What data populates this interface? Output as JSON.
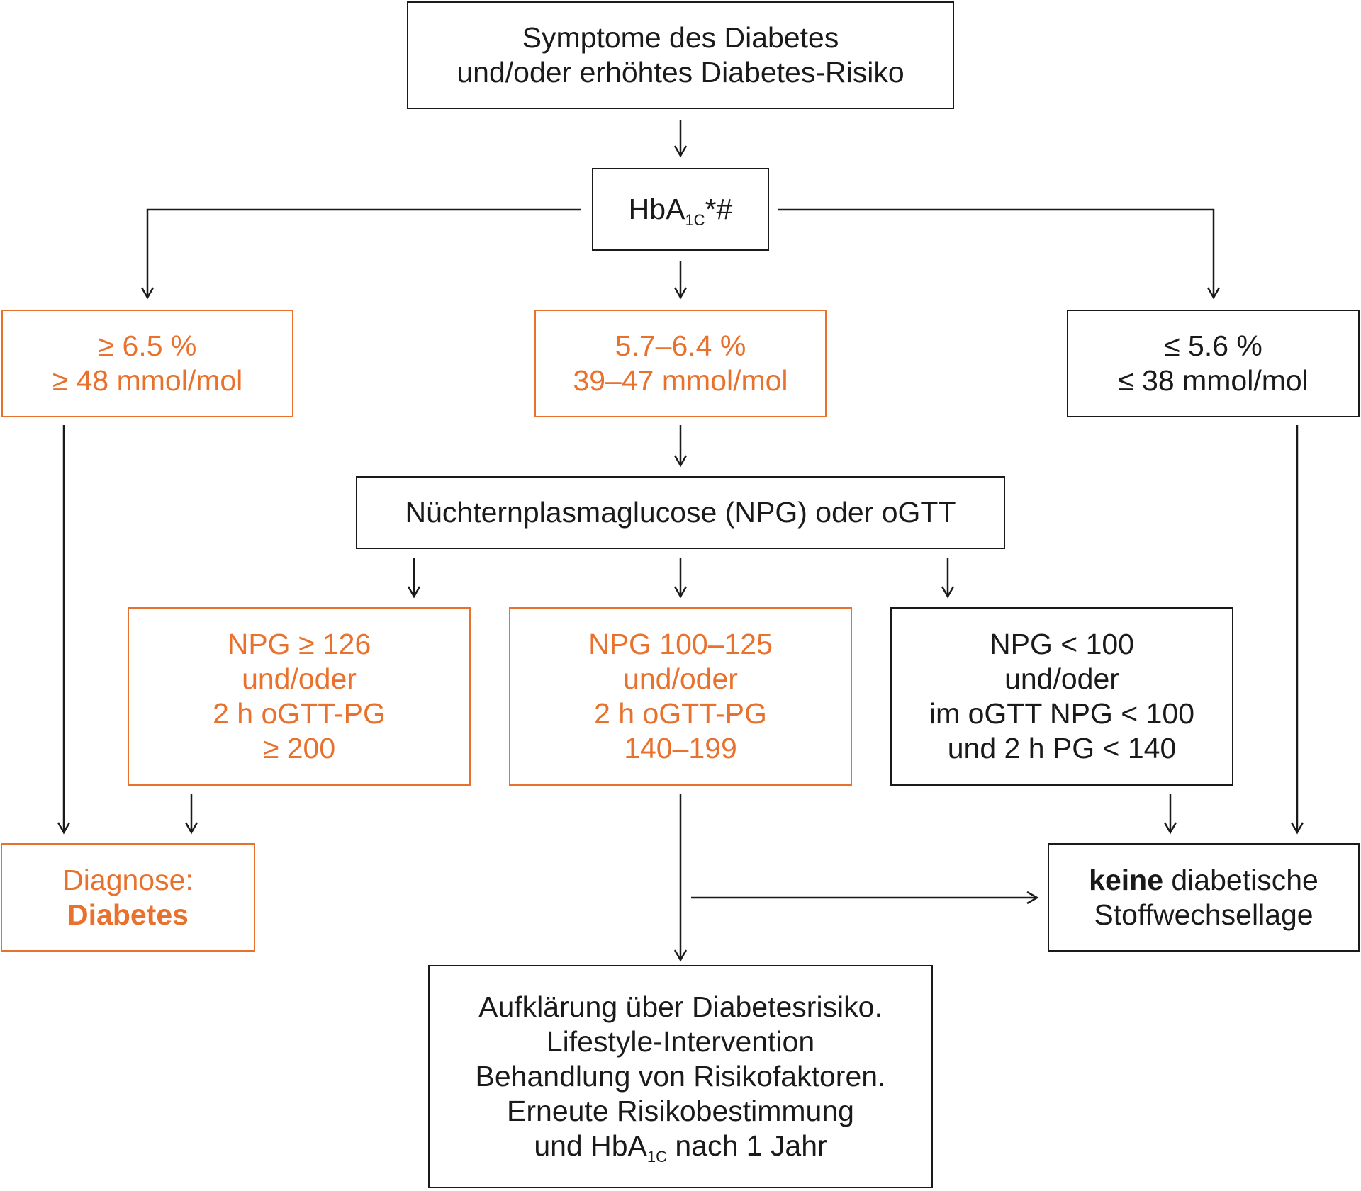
{
  "colors": {
    "orange": "#e8722d",
    "black": "#1a1a1a",
    "background": "#ffffff"
  },
  "nodes": {
    "start": {
      "line1": "Symptome des Diabetes",
      "line2": "und/oder erhöhtes Diabetes-Risiko"
    },
    "hba1c": {
      "prefix": "HbA",
      "sub": "1C",
      "suffix": "*#"
    },
    "high": {
      "line1": "≥ 6.5 %",
      "line2": "≥ 48 mmol/mol"
    },
    "mid": {
      "line1": "5.7–6.4 %",
      "line2": "39–47 mmol/mol"
    },
    "low": {
      "line1": "≤ 5.6 %",
      "line2": "≤ 38 mmol/mol"
    },
    "npg_test": {
      "line1": "Nüchternplasmaglucose (NPG) oder oGTT"
    },
    "npg_high": {
      "line1": "NPG ≥ 126",
      "line2": "und/oder",
      "line3": "2 h oGTT-PG",
      "line4": "≥ 200"
    },
    "npg_mid": {
      "line1": "NPG 100–125",
      "line2": "und/oder",
      "line3": "2 h oGTT-PG",
      "line4": "140–199"
    },
    "npg_low": {
      "line1": "NPG < 100",
      "line2": "und/oder",
      "line3": "im oGTT NPG < 100",
      "line4": "und 2 h PG < 140"
    },
    "diagnosis": {
      "line1": "Diagnose:",
      "line2": "Diabetes"
    },
    "no_diabetes": {
      "bold": "keine",
      "rest": " diabetische",
      "line2": "Stoffwechsellage"
    },
    "advice": {
      "line1": "Aufklärung über Diabetesrisiko.",
      "line2": "Lifestyle-Intervention",
      "line3": "Behandlung von Risikofaktoren.",
      "line4": "Erneute Risikobestimmung",
      "line5_prefix": "und HbA",
      "line5_sub": "1C",
      "line5_suffix": " nach 1 Jahr"
    }
  }
}
